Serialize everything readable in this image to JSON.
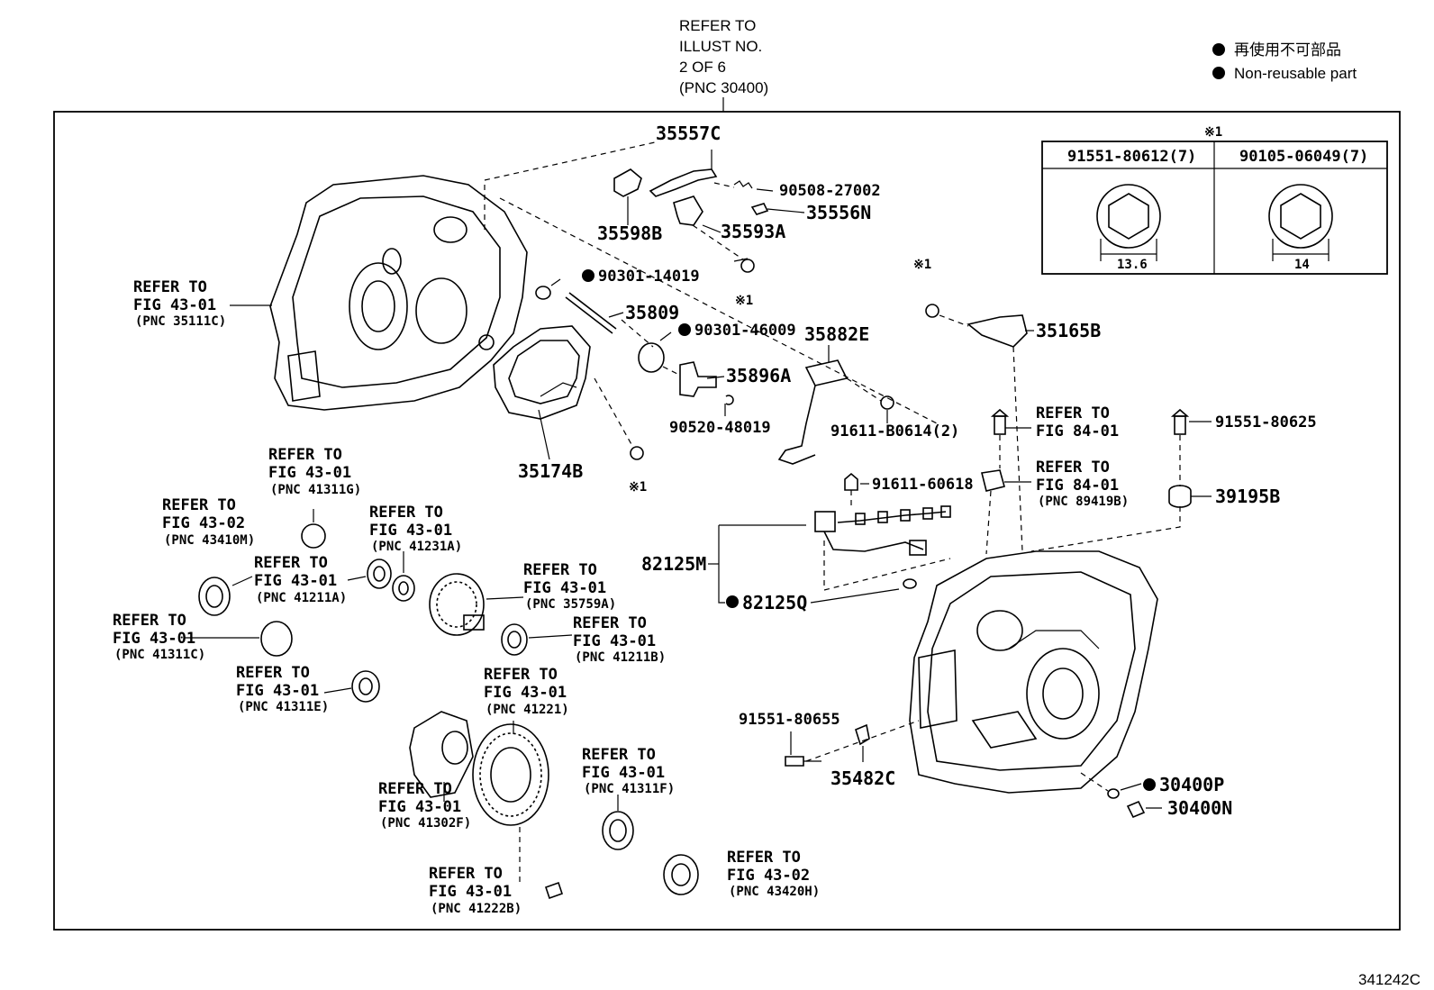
{
  "legend": {
    "line1": "再使用不可部品",
    "line2": "Non-reusable part"
  },
  "top_ref": {
    "l1": "REFER TO",
    "l2": "ILLUST NO.",
    "l3": "2 OF 6",
    "l4": "(PNC 30400)"
  },
  "table": {
    "mark": "※1",
    "col1": "91551-80612(7)",
    "col2": "90105-06049(7)",
    "dim1": "13.6",
    "dim2": "14"
  },
  "asterisk": "※1",
  "refer": "REFER TO",
  "parts": {
    "p35557C": "35557C",
    "p90508": "90508-27002",
    "p35556N": "35556N",
    "p35598B": "35598B",
    "p35593A": "35593A",
    "p90301_14019": "90301-14019",
    "p35809": "35809",
    "p90301_46009": "90301-46009",
    "p35882E": "35882E",
    "p35165B": "35165B",
    "p35896A": "35896A",
    "p90520": "90520-48019",
    "p91611_B0614": "91611-B0614(2)",
    "p35174B": "35174B",
    "p91611_60618": "91611-60618",
    "p82125M": "82125M",
    "p82125Q": "82125Q",
    "p91551_80625": "91551-80625",
    "p39195B": "39195B",
    "p91551_80655": "91551-80655",
    "p35482C": "35482C",
    "p30400P": "30400P",
    "p30400N": "30400N"
  },
  "refs": {
    "r35111C": {
      "fig": "FIG 43-01",
      "pnc": "(PNC 35111C)"
    },
    "r41311G": {
      "fig": "FIG 43-01",
      "pnc": "(PNC 41311G)"
    },
    "r43410M": {
      "fig": "FIG 43-02",
      "pnc": "(PNC 43410M)"
    },
    "r41231A": {
      "fig": "FIG 43-01",
      "pnc": "(PNC 41231A)"
    },
    "r41211A": {
      "fig": "FIG 43-01",
      "pnc": "(PNC 41211A)"
    },
    "r35759A": {
      "fig": "FIG 43-01",
      "pnc": "(PNC 35759A)"
    },
    "r41311C": {
      "fig": "FIG 43-01",
      "pnc": "(PNC 41311C)"
    },
    "r41211B": {
      "fig": "FIG 43-01",
      "pnc": "(PNC 41211B)"
    },
    "r41311E": {
      "fig": "FIG 43-01",
      "pnc": "(PNC 41311E)"
    },
    "r41221": {
      "fig": "FIG 43-01",
      "pnc": "(PNC 41221)"
    },
    "r41311F": {
      "fig": "FIG 43-01",
      "pnc": "(PNC 41311F)"
    },
    "r41302F": {
      "fig": "FIG 43-01",
      "pnc": "(PNC 41302F)"
    },
    "r41222B": {
      "fig": "FIG 43-01",
      "pnc": "(PNC 41222B)"
    },
    "r43420H": {
      "fig": "FIG 43-02",
      "pnc": "(PNC 43420H)"
    },
    "r84_01a": {
      "fig": "FIG 84-01",
      "pnc": ""
    },
    "r89419B": {
      "fig": "FIG 84-01",
      "pnc": "(PNC 89419B)"
    }
  },
  "illust_no": "341242C"
}
